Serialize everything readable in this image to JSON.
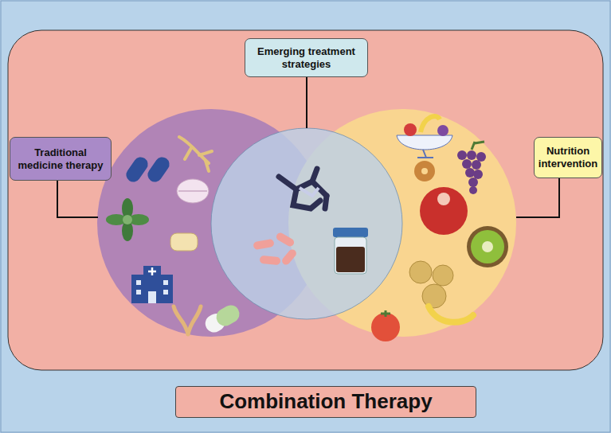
{
  "diagram": {
    "nodes": [
      {
        "text": [
          "Emerging treatment strategies"
        ]
      },
      {
        "text": [
          "Traditional medicine therapy"
        ]
      },
      {
        "text": [
          "Nutrition intervention"
        ]
      },
      {
        "text": [
          "Combination Therapy"
        ]
      }
    ]
  }
}
